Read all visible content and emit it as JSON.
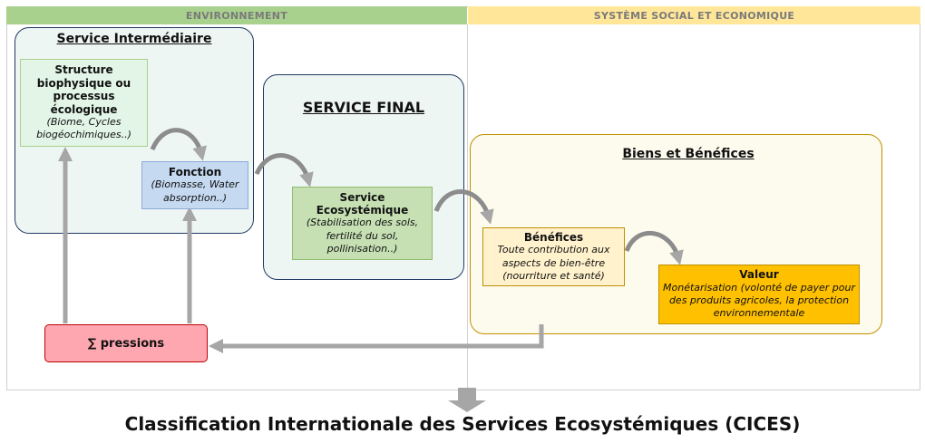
{
  "headers": {
    "environment": "ENVIRONNEMENT",
    "social": "SYSTÈME SOCIAL ET ECONOMIQUE"
  },
  "regions": {
    "intermediate": "Service Intermédiaire",
    "final": "SERVICE FINAL",
    "goods": "Biens et Bénéfices"
  },
  "boxes": {
    "structure": {
      "title": "Structure biophysique ou processus écologique",
      "detail": "(Biome, Cycles biogéochimiques..)"
    },
    "function": {
      "title": "Fonction",
      "detail": "(Biomasse, Water absorption..)"
    },
    "service": {
      "title": "Service Ecosystémique",
      "detail": "(Stabilisation des sols, fertilité du sol, pollinisation..)"
    },
    "benefits": {
      "title": "Bénéfices",
      "detail": "Toute contribution aux aspects de bien-être (nourriture et santé)"
    },
    "value": {
      "title": "Valeur",
      "detail": "Monétarisation (volonté de payer pour des produits agricoles, la protection environnementale"
    },
    "pressures": "∑ pressions"
  },
  "caption": "Classification Internationale des Services Ecosystémiques (CICES)",
  "colors": {
    "env_header": "#a9d18e",
    "social_header": "#ffe699",
    "pressures": "#ffa7b0",
    "value": "#ffc000",
    "arrow": "#a6a6a6"
  }
}
